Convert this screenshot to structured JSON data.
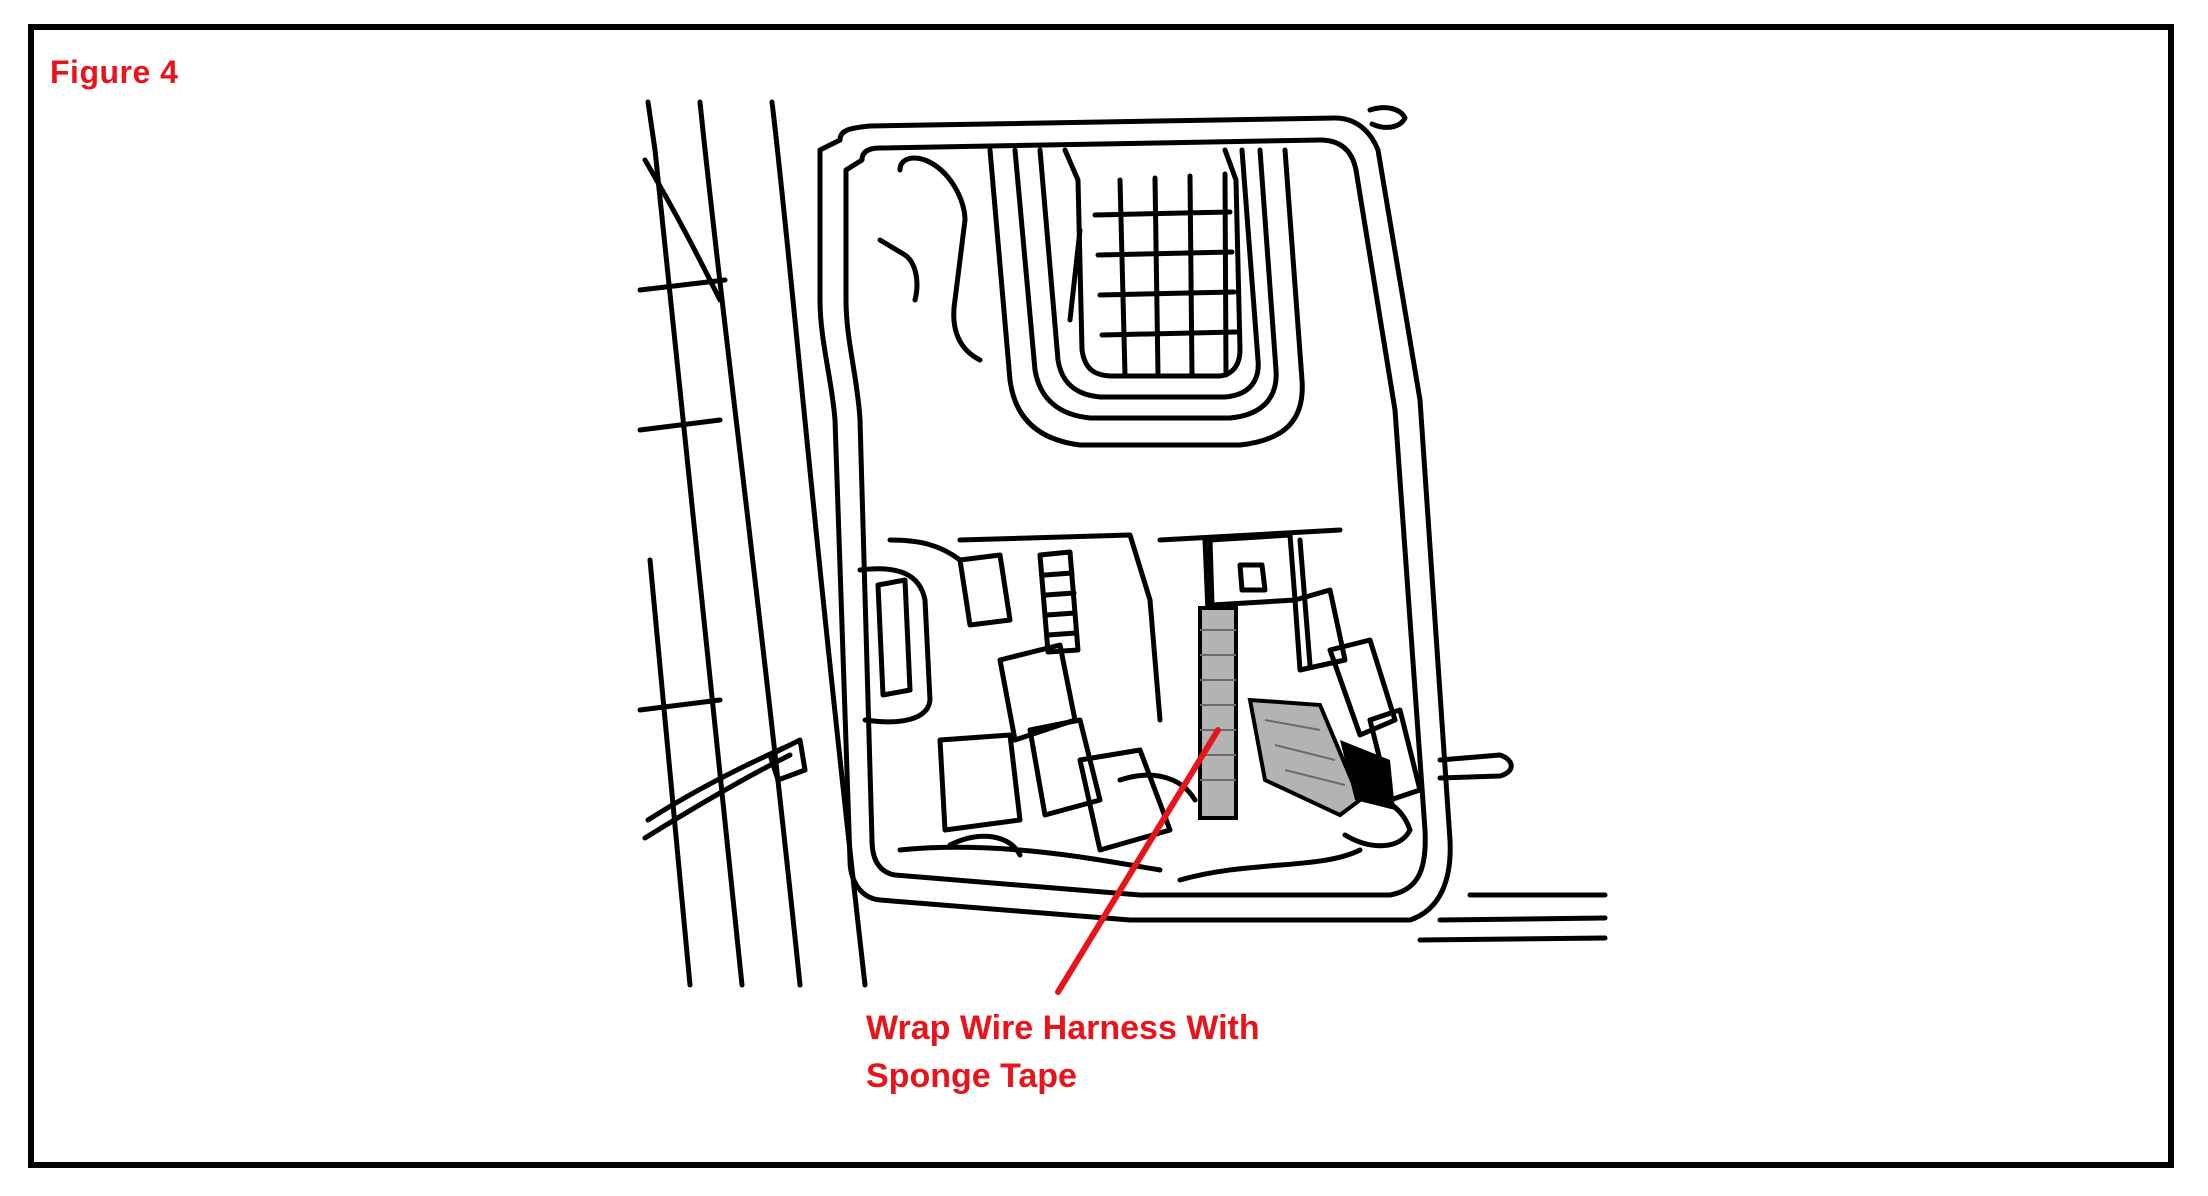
{
  "figure": {
    "label": "Figure 4"
  },
  "callout": {
    "line1": "Wrap Wire Harness With",
    "line2": "Sponge Tape"
  },
  "colors": {
    "accent": "#e8141c",
    "line": "#000000",
    "tape": "#b3b3b3"
  }
}
